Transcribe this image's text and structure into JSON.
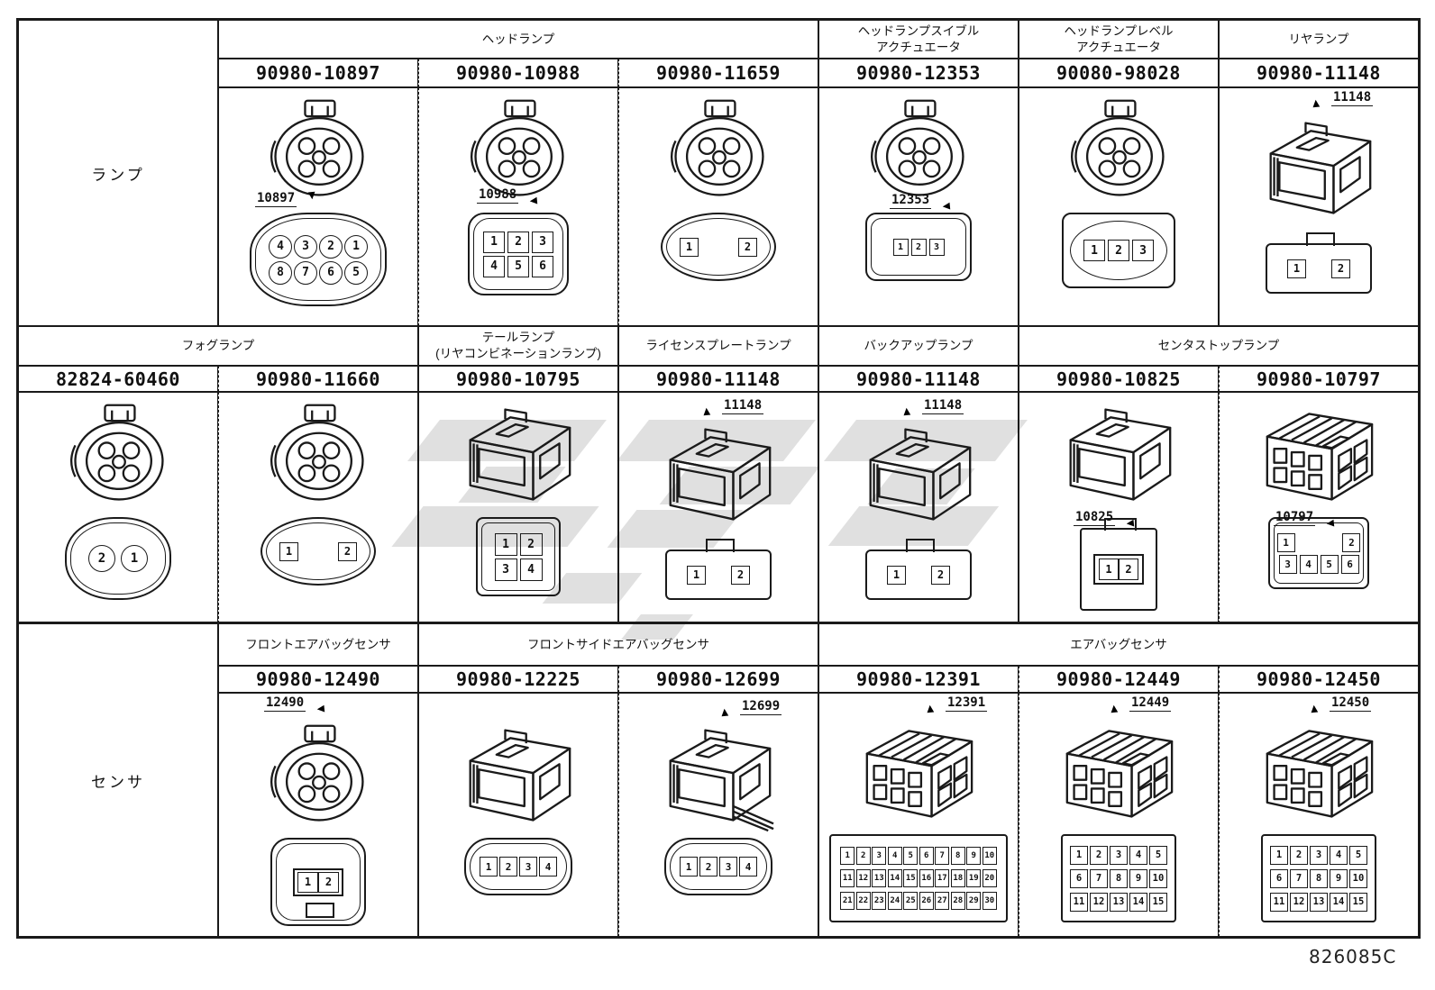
{
  "page": {
    "footer_code": "826085C",
    "watermark_color": "#c7c7c7",
    "line_color": "#1a1a1a"
  },
  "row_labels": {
    "lamp": "ランプ",
    "sensor": "センサ"
  },
  "row1": {
    "groups": [
      {
        "label": "ヘッドランプ"
      },
      {
        "label_line1": "ヘッドランプスイブル",
        "label_line2": "アクチュエータ"
      },
      {
        "label_line1": "ヘッドランプレベル",
        "label_line2": "アクチュエータ"
      },
      {
        "label": "リヤランプ"
      }
    ],
    "cells": [
      {
        "part_number": "90980-10897",
        "callout": "10897",
        "pins": {
          "rows": [
            [
              "4",
              "3",
              "2",
              "1"
            ],
            [
              "8",
              "7",
              "6",
              "5"
            ]
          ]
        }
      },
      {
        "part_number": "90980-10988",
        "callout": "10988",
        "pins": {
          "rows": [
            [
              "1",
              "2",
              "3"
            ],
            [
              "4",
              "5",
              "6"
            ]
          ]
        }
      },
      {
        "part_number": "90980-11659",
        "pins": {
          "rows": [
            [
              "1",
              "2"
            ]
          ]
        }
      },
      {
        "part_number": "90980-12353",
        "callout": "12353",
        "pins": {
          "rows": [
            [
              "1",
              "2",
              "3"
            ]
          ]
        }
      },
      {
        "part_number": "90080-98028",
        "pins": {
          "rows": [
            [
              "1",
              "2",
              "3"
            ]
          ]
        }
      },
      {
        "part_number": "90980-11148",
        "callout": "11148",
        "pins": {
          "rows": [
            [
              "1",
              "2"
            ]
          ]
        }
      }
    ]
  },
  "row2": {
    "groups": [
      {
        "label": "フォグランプ"
      },
      {
        "label_line1": "テールランプ",
        "label_line2": "(リヤコンビネーションランプ)"
      },
      {
        "label": "ライセンスプレートランプ"
      },
      {
        "label": "バックアップランプ"
      },
      {
        "label": "センタストップランプ"
      }
    ],
    "cells": [
      {
        "part_number": "82824-60460",
        "pins": {
          "rows": [
            [
              "2",
              "1"
            ]
          ]
        }
      },
      {
        "part_number": "90980-11660",
        "pins": {
          "rows": [
            [
              "1",
              "2"
            ]
          ]
        }
      },
      {
        "part_number": "90980-10795",
        "pins": {
          "rows": [
            [
              "1",
              "2"
            ],
            [
              "3",
              "4"
            ]
          ]
        }
      },
      {
        "part_number": "90980-11148",
        "callout": "11148",
        "pins": {
          "rows": [
            [
              "1",
              "2"
            ]
          ]
        }
      },
      {
        "part_number": "90980-11148",
        "callout": "11148",
        "pins": {
          "rows": [
            [
              "1",
              "2"
            ]
          ]
        }
      },
      {
        "part_number": "90980-10825",
        "callout": "10825",
        "pins": {
          "rows": [
            [
              "1",
              "2"
            ]
          ]
        }
      },
      {
        "part_number": "90980-10797",
        "callout": "10797",
        "pins": {
          "rows": [
            [
              "1",
              "2"
            ],
            [
              "3",
              "4",
              "5",
              "6"
            ]
          ]
        }
      }
    ]
  },
  "row3": {
    "groups": [
      {
        "label": "フロントエアバッグセンサ"
      },
      {
        "label": "フロントサイドエアバッグセンサ"
      },
      {
        "label": "エアバッグセンサ"
      }
    ],
    "cells": [
      {
        "part_number": "90980-12490",
        "callout": "12490",
        "pins": {
          "rows": [
            [
              "1",
              "2"
            ]
          ]
        }
      },
      {
        "part_number": "90980-12225",
        "pins": {
          "rows": [
            [
              "1",
              "2",
              "3",
              "4"
            ]
          ]
        }
      },
      {
        "part_number": "90980-12699",
        "callout": "12699",
        "pins": {
          "rows": [
            [
              "1",
              "2",
              "3",
              "4"
            ]
          ]
        }
      },
      {
        "part_number": "90980-12391",
        "callout": "12391",
        "pins": {
          "rows": [
            [
              "1",
              "2",
              "3",
              "4",
              "5",
              "6",
              "7",
              "8",
              "9",
              "10"
            ],
            [
              "11",
              "12",
              "13",
              "14",
              "15",
              "16",
              "17",
              "18",
              "19",
              "20"
            ],
            [
              "21",
              "22",
              "23",
              "24",
              "25",
              "26",
              "27",
              "28",
              "29",
              "30"
            ]
          ]
        }
      },
      {
        "part_number": "90980-12449",
        "callout": "12449",
        "pins": {
          "rows": [
            [
              "1",
              "2",
              "3",
              "4",
              "5"
            ],
            [
              "6",
              "7",
              "8",
              "9",
              "10"
            ],
            [
              "11",
              "12",
              "13",
              "14",
              "15"
            ]
          ]
        }
      },
      {
        "part_number": "90980-12450",
        "callout": "12450",
        "pins": {
          "rows": [
            [
              "1",
              "2",
              "3",
              "4",
              "5"
            ],
            [
              "6",
              "7",
              "8",
              "9",
              "10"
            ],
            [
              "11",
              "12",
              "13",
              "14",
              "15"
            ]
          ]
        }
      }
    ]
  }
}
